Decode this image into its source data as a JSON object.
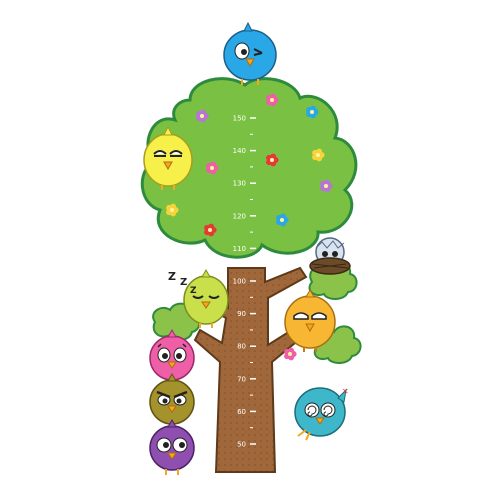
{
  "colors": {
    "canopy": "#7ac143",
    "canopy_outline": "#2e8b3e",
    "trunk": "#a0673a",
    "trunk_outline": "#5d3a1a",
    "leaf_cluster": "#8bc34a",
    "bird_blue": "#2aa7e6",
    "bird_yellow": "#f7ef4a",
    "bird_lime": "#c9e04a",
    "bird_orange": "#f7b733",
    "bird_pink": "#ee5fa8",
    "bird_olive": "#a4922c",
    "bird_purple": "#8e4fb0",
    "bird_teal": "#3db7c9",
    "bird_baby": "#d9e3ef"
  },
  "height_scale": {
    "unit": "",
    "ticks": [
      "150",
      "140",
      "130",
      "120",
      "110",
      "100",
      "90",
      "80",
      "70",
      "60",
      "50"
    ]
  },
  "sleep_text": "Z Z Z",
  "icons": {
    "top_bird": "bird-winking-icon",
    "left_bird": "bird-sleepy-icon",
    "nest_bird": "baby-bird-in-nest-icon",
    "sleeping_bird": "bird-sleeping-icon",
    "branch_bird": "bird-eyes-closed-icon",
    "stack_top": "bird-pink-icon",
    "stack_mid": "bird-angry-icon",
    "stack_bottom": "bird-surprised-icon",
    "flying_bird": "bird-dizzy-icon",
    "flower": "flower-icon"
  }
}
